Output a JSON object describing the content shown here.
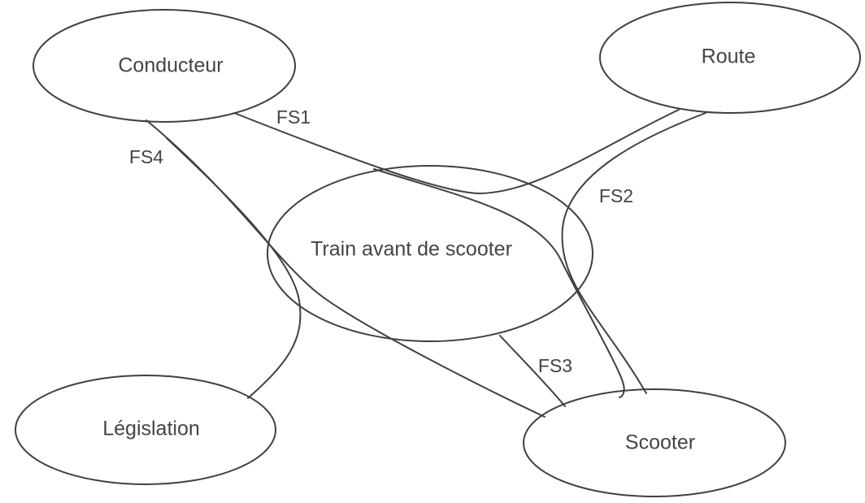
{
  "nodes": {
    "conducteur": "Conducteur",
    "route": "Route",
    "train_avant": "Train avant de scooter",
    "legislation": "Législation",
    "scooter": "Scooter"
  },
  "functions": {
    "fs1": "FS1",
    "fs2": "FS2",
    "fs3": "FS3",
    "fs4": "FS4"
  }
}
